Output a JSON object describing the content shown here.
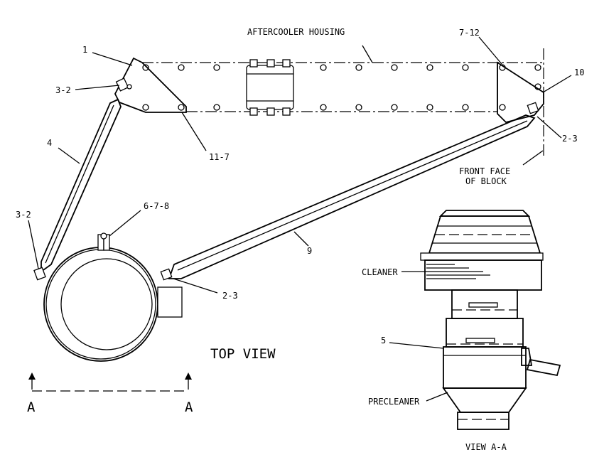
{
  "callouts": {
    "c1": "1",
    "c3_2_top": "3-2",
    "c4": "4",
    "c3_2_bottom": "3-2",
    "c6_7_8": "6-7-8",
    "c11_7": "11-7",
    "c7_12": "7-12",
    "c10": "10",
    "c2_3_right": "2-3",
    "c9": "9",
    "c2_3_bottom": "2-3",
    "c5": "5"
  },
  "labels": {
    "aftercooler_housing": "AFTERCOOLER HOUSING",
    "front_face_line1": "FRONT FACE",
    "front_face_line2": "OF BLOCK",
    "top_view": "TOP VIEW",
    "section_a_left": "A",
    "section_a_right": "A",
    "cleaner": "CLEANER",
    "precleaner": "PRECLEANER",
    "view_a_a": "VIEW A-A"
  },
  "icons": {
    "aftercooler": "aftercooler-housing-outline",
    "cleaner": "air-cleaner-side-view",
    "bracket": "support-bracket-strut"
  }
}
